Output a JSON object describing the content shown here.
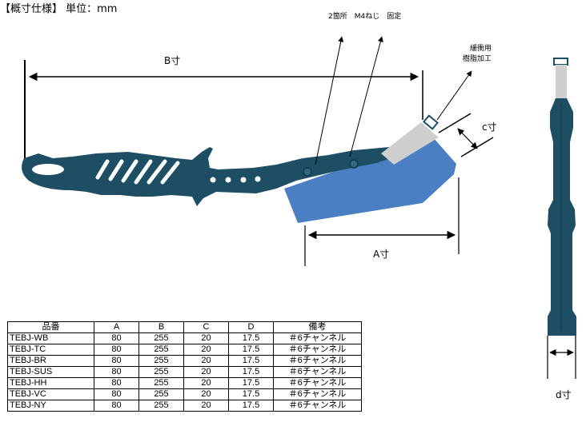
{
  "header": {
    "title": "【概寸仕様】 単位：mm"
  },
  "labels": {
    "b_dim": "B寸",
    "a_dim": "A寸",
    "c_dim": "c寸",
    "d_dim": "d寸",
    "screws": "2箇所　M4ねじ　固定",
    "resin_line1": "緩衝用",
    "resin_line2": "樹脂加工"
  },
  "table": {
    "headers": [
      "品番",
      "A",
      "B",
      "C",
      "D",
      "備考"
    ],
    "rows": [
      [
        "TEBJ-WB",
        "80",
        "255",
        "20",
        "17.5",
        "＃6チャンネル"
      ],
      [
        "TEBJ-TC",
        "80",
        "255",
        "20",
        "17.5",
        "＃6チャンネル"
      ],
      [
        "TEBJ-BR",
        "80",
        "255",
        "20",
        "17.5",
        "＃6チャンネル"
      ],
      [
        "TEBJ-SUS",
        "80",
        "255",
        "20",
        "17.5",
        "＃6チャンネル"
      ],
      [
        "TEBJ-HH",
        "80",
        "255",
        "20",
        "17.5",
        "＃6チャンネル"
      ],
      [
        "TEBJ-VC",
        "80",
        "255",
        "20",
        "17.5",
        "＃6チャンネル"
      ],
      [
        "TEBJ-NY",
        "80",
        "255",
        "20",
        "17.5",
        "＃6チャンネル"
      ]
    ]
  },
  "colors": {
    "tool": "#1d4e63",
    "blade": "#4a7fc3",
    "tip": "#cfcfcf"
  }
}
